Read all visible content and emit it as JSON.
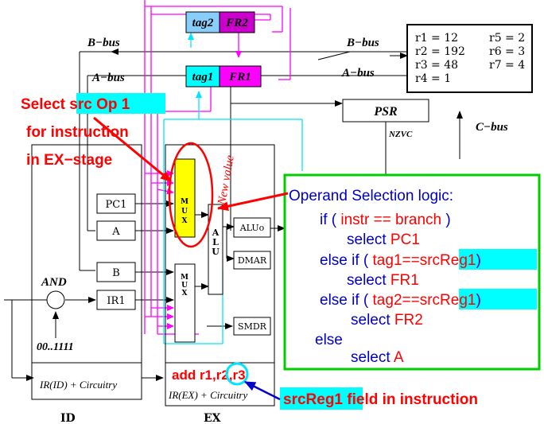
{
  "registers": {
    "col1": [
      "r1 = 12",
      "r2 = 192",
      "r3 = 48",
      "r4 = 1"
    ],
    "col2": [
      "r5 = 2",
      "r6 = 3",
      "r7 = 4"
    ]
  },
  "buses": {
    "b_bus_left": "B−bus",
    "b_bus_right": "B−bus",
    "a_bus_left": "A−bus",
    "a_bus_right": "A−bus",
    "c_bus": "C−bus"
  },
  "boxes": {
    "tag2": "tag2",
    "fr2": "FR2",
    "tag1": "tag1",
    "fr1": "FR1",
    "psr": "PSR",
    "nzvc": "NZVC",
    "pc1": "PC1",
    "a": "A",
    "b": "B",
    "ir1": "IR1",
    "mux1_letters": [
      "M",
      "U",
      "X"
    ],
    "mux2_letters": [
      "M",
      "U",
      "X"
    ],
    "alu_letters": [
      "A",
      "L",
      "U"
    ],
    "aluo": "ALUo",
    "dmar": "DMAR",
    "smdr": "SMDR",
    "and": "AND",
    "and_input": "00..1111",
    "ir_id": "IR(ID) + Circuitry",
    "ir_ex": "IR(EX) + Circuitry",
    "stage_id": "ID",
    "stage_ex": "EX"
  },
  "annotations": {
    "select_prefix": "Select ",
    "select_highlight": "src Op 1",
    "line2": "for instruction",
    "line3": "in EX−stage",
    "new_value": "New value",
    "add_instr": "add r1,r2,r3",
    "srcreg_highlight": "srcReg1",
    "srcreg_rest": " field in instruction"
  },
  "logic": {
    "title": "Operand Selection logic:",
    "l1_a": "if ( ",
    "l1_b": "instr == branch",
    "l1_c": "  )",
    "l2_a": "select  ",
    "l2_b": "PC1",
    "l3_a": "else if ( ",
    "l3_b": "tag1==",
    "l3_c": "srcReg1",
    "l3_d": ")",
    "l4_a": "select  ",
    "l4_b": "FR1",
    "l5_a": "else if ( ",
    "l5_b": "tag2==",
    "l5_c": "srcReg1",
    "l5_d": ")",
    "l6_a": "select  ",
    "l6_b": "FR2",
    "l7": "else",
    "l8_a": "select  ",
    "l8_b": "A"
  },
  "colors": {
    "red": "#ff0000",
    "blue": "#0000cc",
    "magenta": "#ff00ff",
    "cyan": "#00ffff",
    "yellow": "#ffff00",
    "green": "#00cc00",
    "light_blue": "#87cefa",
    "purple": "#cc00cc"
  }
}
